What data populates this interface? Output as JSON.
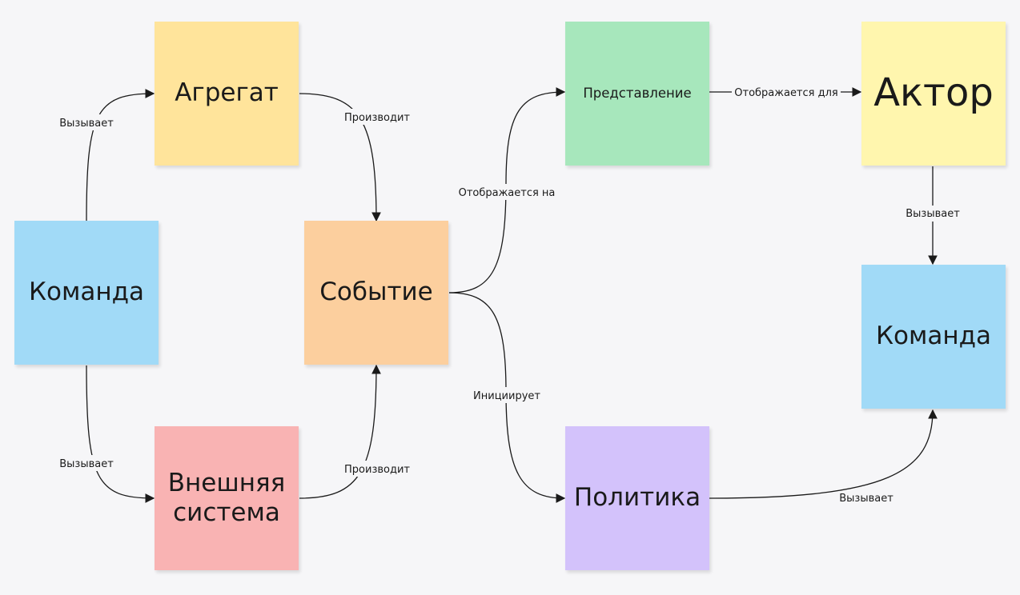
{
  "colors": {
    "aggregate": "#ffe49b",
    "command": "#a1daf7",
    "event": "#fccf9e",
    "external_system": "#f9b3b3",
    "view": "#a7e7bc",
    "actor": "#fff6ae",
    "policy": "#d3c2fb",
    "connector": "#1a1a1a"
  },
  "notes": {
    "aggregate": "Агрегат",
    "command_left": "Команда",
    "event": "Событие",
    "external_system": "Внешняя система",
    "view": "Представление",
    "actor": "Актор",
    "command_right": "Команда",
    "policy": "Политика"
  },
  "labels": {
    "cmd_to_aggregate": "Вызывает",
    "cmd_to_external": "Вызывает",
    "aggregate_to_event": "Производит",
    "external_to_event": "Производит",
    "event_to_view": "Отображается на",
    "event_to_policy": "Инициирует",
    "view_to_actor": "Отображается для",
    "actor_to_command": "Вызывает",
    "policy_to_command": "Вызывает"
  }
}
